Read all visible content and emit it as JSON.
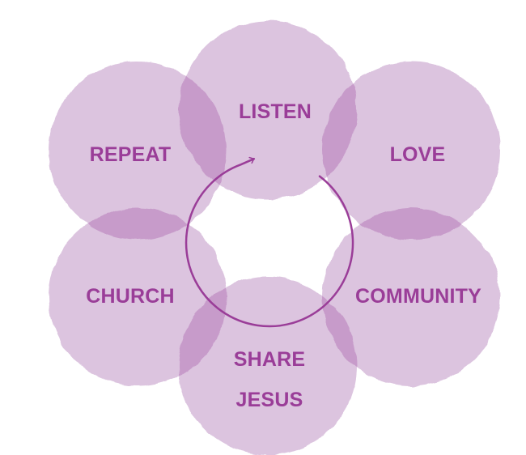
{
  "colors": {
    "petal": "#dcc4df",
    "overlap": "#c79bca",
    "label": "#9a3d98",
    "cycle_arrow": "#9a3d98",
    "background": "#ffffff"
  },
  "cycle_direction": "counterclockwise",
  "petals": [
    {
      "id": "listen",
      "lines": [
        "LISTEN"
      ]
    },
    {
      "id": "love",
      "lines": [
        "LOVE"
      ]
    },
    {
      "id": "community",
      "lines": [
        "COMMUNITY"
      ]
    },
    {
      "id": "share-jesus",
      "lines": [
        "SHARE",
        "JESUS"
      ]
    },
    {
      "id": "church",
      "lines": [
        "CHURCH"
      ]
    },
    {
      "id": "repeat",
      "lines": [
        "REPEAT"
      ]
    }
  ]
}
